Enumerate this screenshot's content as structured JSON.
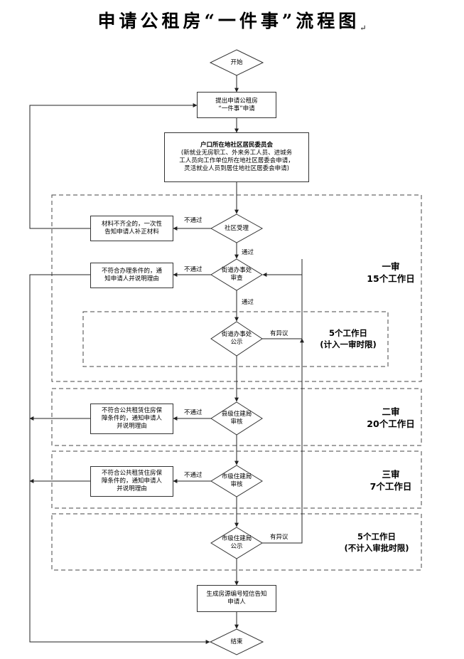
{
  "title": "申请公租房“一件事”流程图",
  "title_mark": "↵",
  "nodes": {
    "start": "开始",
    "apply": "提出申请公租房\n“一件事”申请",
    "community_title": "户口所在地社区居民委员会",
    "community_detail": "(新就业无房职工、外来务工人员、进城务\n工人员向工作单位所在地社区居委会申请，\n灵活就业人员到居住地社区居委会申请)",
    "community_accept": "社区受理",
    "incomplete": "材料不齐全的，一次性\n告知申请人补正材料",
    "street_review": "街道办事处\n审查",
    "street_reject": "不符合办理条件的，通\n知申请人并说明理由",
    "street_publicity": "街道办事处\n公示",
    "county_review": "县级住建局\n审核",
    "county_reject": "不符合公共租赁住房保\n障条件的，通知申请人\n并说明理由",
    "city_review": "市级住建局\n审核",
    "city_reject": "不符合公共租赁住房保\n障条件的，通知申请人\n并说明理由",
    "city_publicity": "市级住建局\n公示",
    "generate": "生成房源编号短信告知\n申请人",
    "end": "结束"
  },
  "labels": {
    "not_pass": "不通过",
    "pass": "通过",
    "objection": "有异议"
  },
  "stages": {
    "first": "一审\n15个工作日",
    "publicity_1": "5个工作日\n(计入一审时限)",
    "second": "二审\n20个工作日",
    "third": "三审\n7个工作日",
    "publicity_2": "5个工作日\n(不计入审批时限)"
  }
}
